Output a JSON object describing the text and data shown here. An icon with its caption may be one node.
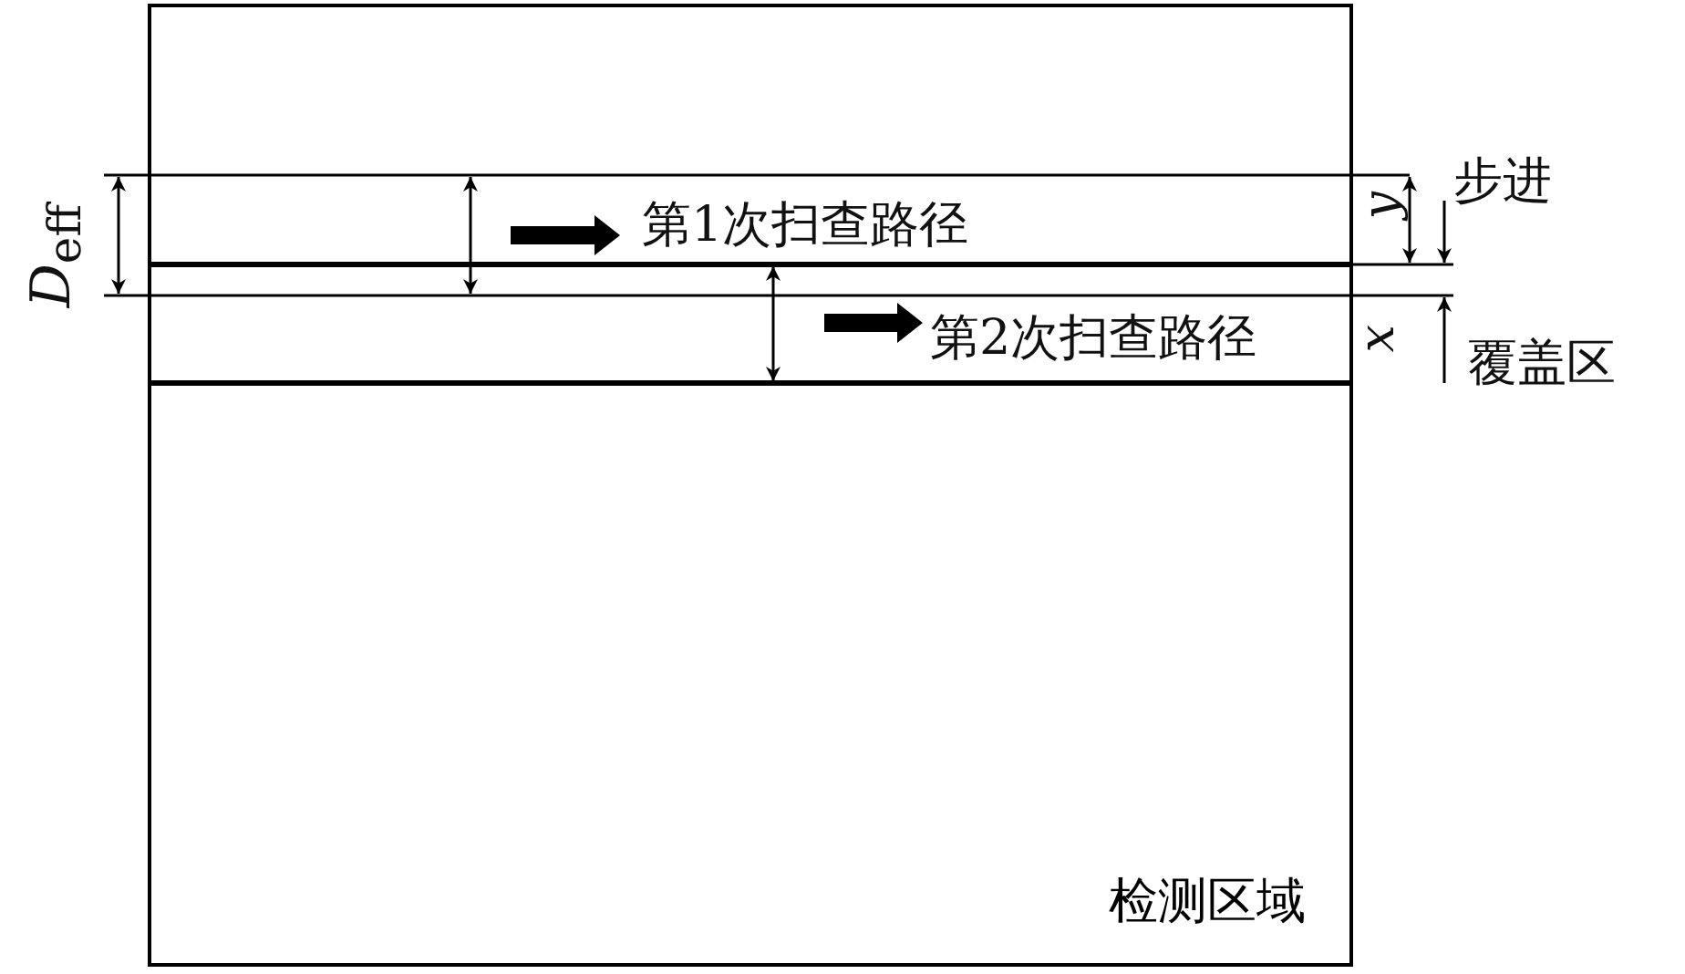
{
  "diagram": {
    "nodes": [
      {
        "text": [
          "检测区域"
        ]
      }
    ],
    "labels": [
      "*D*$_{eff}$",
      "第1次扫查路径",
      "第2次扫查路径",
      "y",
      "步进",
      "x",
      "覆盖区"
    ]
  }
}
